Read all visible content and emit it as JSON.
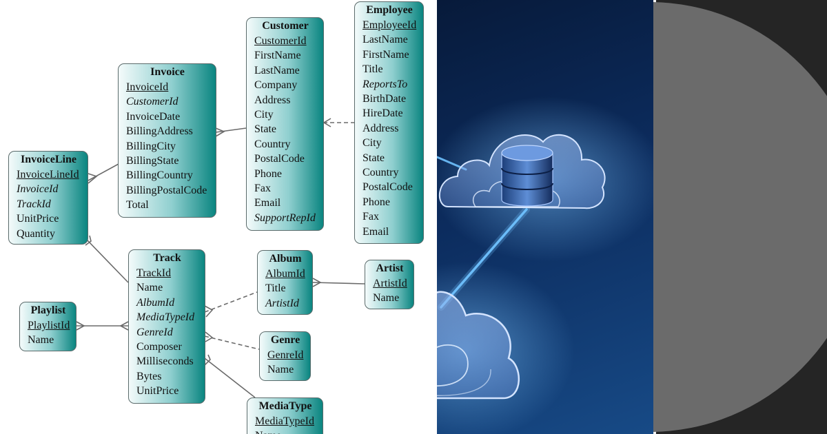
{
  "diagram": {
    "entities": [
      {
        "id": "invoiceline",
        "title": "InvoiceLine",
        "fields": [
          {
            "name": "InvoiceLineId",
            "kind": "pk"
          },
          {
            "name": "InvoiceId",
            "kind": "fk"
          },
          {
            "name": "TrackId",
            "kind": "fk"
          },
          {
            "name": "UnitPrice",
            "kind": ""
          },
          {
            "name": "Quantity",
            "kind": ""
          }
        ]
      },
      {
        "id": "invoice",
        "title": "Invoice",
        "fields": [
          {
            "name": "InvoiceId",
            "kind": "pk"
          },
          {
            "name": "CustomerId",
            "kind": "fk"
          },
          {
            "name": "InvoiceDate",
            "kind": ""
          },
          {
            "name": "BillingAddress",
            "kind": ""
          },
          {
            "name": "BillingCity",
            "kind": ""
          },
          {
            "name": "BillingState",
            "kind": ""
          },
          {
            "name": "BillingCountry",
            "kind": ""
          },
          {
            "name": "BillingPostalCode",
            "kind": ""
          },
          {
            "name": "Total",
            "kind": ""
          }
        ]
      },
      {
        "id": "customer",
        "title": "Customer",
        "fields": [
          {
            "name": "CustomerId",
            "kind": "pk"
          },
          {
            "name": "FirstName",
            "kind": ""
          },
          {
            "name": "LastName",
            "kind": ""
          },
          {
            "name": "Company",
            "kind": ""
          },
          {
            "name": "Address",
            "kind": ""
          },
          {
            "name": "City",
            "kind": ""
          },
          {
            "name": "State",
            "kind": ""
          },
          {
            "name": "Country",
            "kind": ""
          },
          {
            "name": "PostalCode",
            "kind": ""
          },
          {
            "name": "Phone",
            "kind": ""
          },
          {
            "name": "Fax",
            "kind": ""
          },
          {
            "name": "Email",
            "kind": ""
          },
          {
            "name": "SupportRepId",
            "kind": "fk"
          }
        ]
      },
      {
        "id": "employee",
        "title": "Employee",
        "fields": [
          {
            "name": "EmployeeId",
            "kind": "pk"
          },
          {
            "name": "LastName",
            "kind": ""
          },
          {
            "name": "FirstName",
            "kind": ""
          },
          {
            "name": "Title",
            "kind": ""
          },
          {
            "name": "ReportsTo",
            "kind": "fk"
          },
          {
            "name": "BirthDate",
            "kind": ""
          },
          {
            "name": "HireDate",
            "kind": ""
          },
          {
            "name": "Address",
            "kind": ""
          },
          {
            "name": "City",
            "kind": ""
          },
          {
            "name": "State",
            "kind": ""
          },
          {
            "name": "Country",
            "kind": ""
          },
          {
            "name": "PostalCode",
            "kind": ""
          },
          {
            "name": "Phone",
            "kind": ""
          },
          {
            "name": "Fax",
            "kind": ""
          },
          {
            "name": "Email",
            "kind": ""
          }
        ]
      },
      {
        "id": "track",
        "title": "Track",
        "fields": [
          {
            "name": "TrackId",
            "kind": "pk"
          },
          {
            "name": "Name",
            "kind": ""
          },
          {
            "name": "AlbumId",
            "kind": "fk"
          },
          {
            "name": "MediaTypeId",
            "kind": "fk"
          },
          {
            "name": "GenreId",
            "kind": "fk"
          },
          {
            "name": "Composer",
            "kind": ""
          },
          {
            "name": "Milliseconds",
            "kind": ""
          },
          {
            "name": "Bytes",
            "kind": ""
          },
          {
            "name": "UnitPrice",
            "kind": ""
          }
        ]
      },
      {
        "id": "playlist",
        "title": "Playlist",
        "fields": [
          {
            "name": "PlaylistId",
            "kind": "pk"
          },
          {
            "name": "Name",
            "kind": ""
          }
        ]
      },
      {
        "id": "album",
        "title": "Album",
        "fields": [
          {
            "name": "AlbumId",
            "kind": "pk"
          },
          {
            "name": "Title",
            "kind": ""
          },
          {
            "name": "ArtistId",
            "kind": "fk"
          }
        ]
      },
      {
        "id": "artist",
        "title": "Artist",
        "fields": [
          {
            "name": "ArtistId",
            "kind": "pk"
          },
          {
            "name": "Name",
            "kind": ""
          }
        ]
      },
      {
        "id": "genre",
        "title": "Genre",
        "fields": [
          {
            "name": "GenreId",
            "kind": "pk"
          },
          {
            "name": "Name",
            "kind": ""
          }
        ]
      },
      {
        "id": "mediatype",
        "title": "MediaType",
        "fields": [
          {
            "name": "MediaTypeId",
            "kind": "pk"
          },
          {
            "name": "Name",
            "kind": ""
          }
        ]
      }
    ],
    "relationships": [
      {
        "from": "invoiceline",
        "to": "invoice",
        "style": "solid"
      },
      {
        "from": "invoice",
        "to": "customer",
        "style": "solid"
      },
      {
        "from": "customer",
        "to": "employee",
        "style": "dashed"
      },
      {
        "from": "invoiceline",
        "to": "track",
        "style": "solid"
      },
      {
        "from": "playlist",
        "to": "track",
        "style": "solid"
      },
      {
        "from": "track",
        "to": "album",
        "style": "dashed"
      },
      {
        "from": "album",
        "to": "artist",
        "style": "solid"
      },
      {
        "from": "track",
        "to": "genre",
        "style": "dashed"
      },
      {
        "from": "track",
        "to": "mediatype",
        "style": "solid"
      }
    ]
  },
  "illustration": {
    "subject": "cloud-database",
    "icons": [
      "database-icon",
      "cloud-icon"
    ],
    "colors": {
      "background": "#0c2c5e",
      "glow": "#3fa9ff",
      "cloud_outline": "#cfe3ff",
      "entity_accent": "#0a8580",
      "dark_panel": "#252525",
      "disc": "#6b6b6b"
    }
  }
}
